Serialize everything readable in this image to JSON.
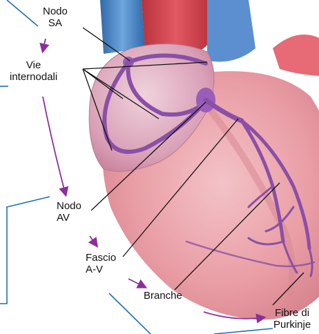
{
  "labels": {
    "sa_node": {
      "line1": "Nodo",
      "line2": "SA"
    },
    "internodal": {
      "line1": "Vie",
      "line2": "internodali"
    },
    "av_node": {
      "line1": "Nodo",
      "line2": "AV"
    },
    "av_bundle": {
      "line1": "Fascio",
      "line2": "A-V"
    },
    "branches": {
      "line1": "Branche"
    },
    "purkinje": {
      "line1": "Fibre di",
      "line2": "Purkinje"
    }
  },
  "colors": {
    "myocardium": "#e89aa2",
    "myocardium_light": "#f3c3c7",
    "atrium": "#d98fa6",
    "aorta": "#d8434f",
    "vena_cava": "#4a86c8",
    "conduction_path": "#8a4fa6",
    "flow_arrow": "#8b2f9a",
    "frame_line": "#1f6fb5",
    "leader_line": "#111111"
  }
}
